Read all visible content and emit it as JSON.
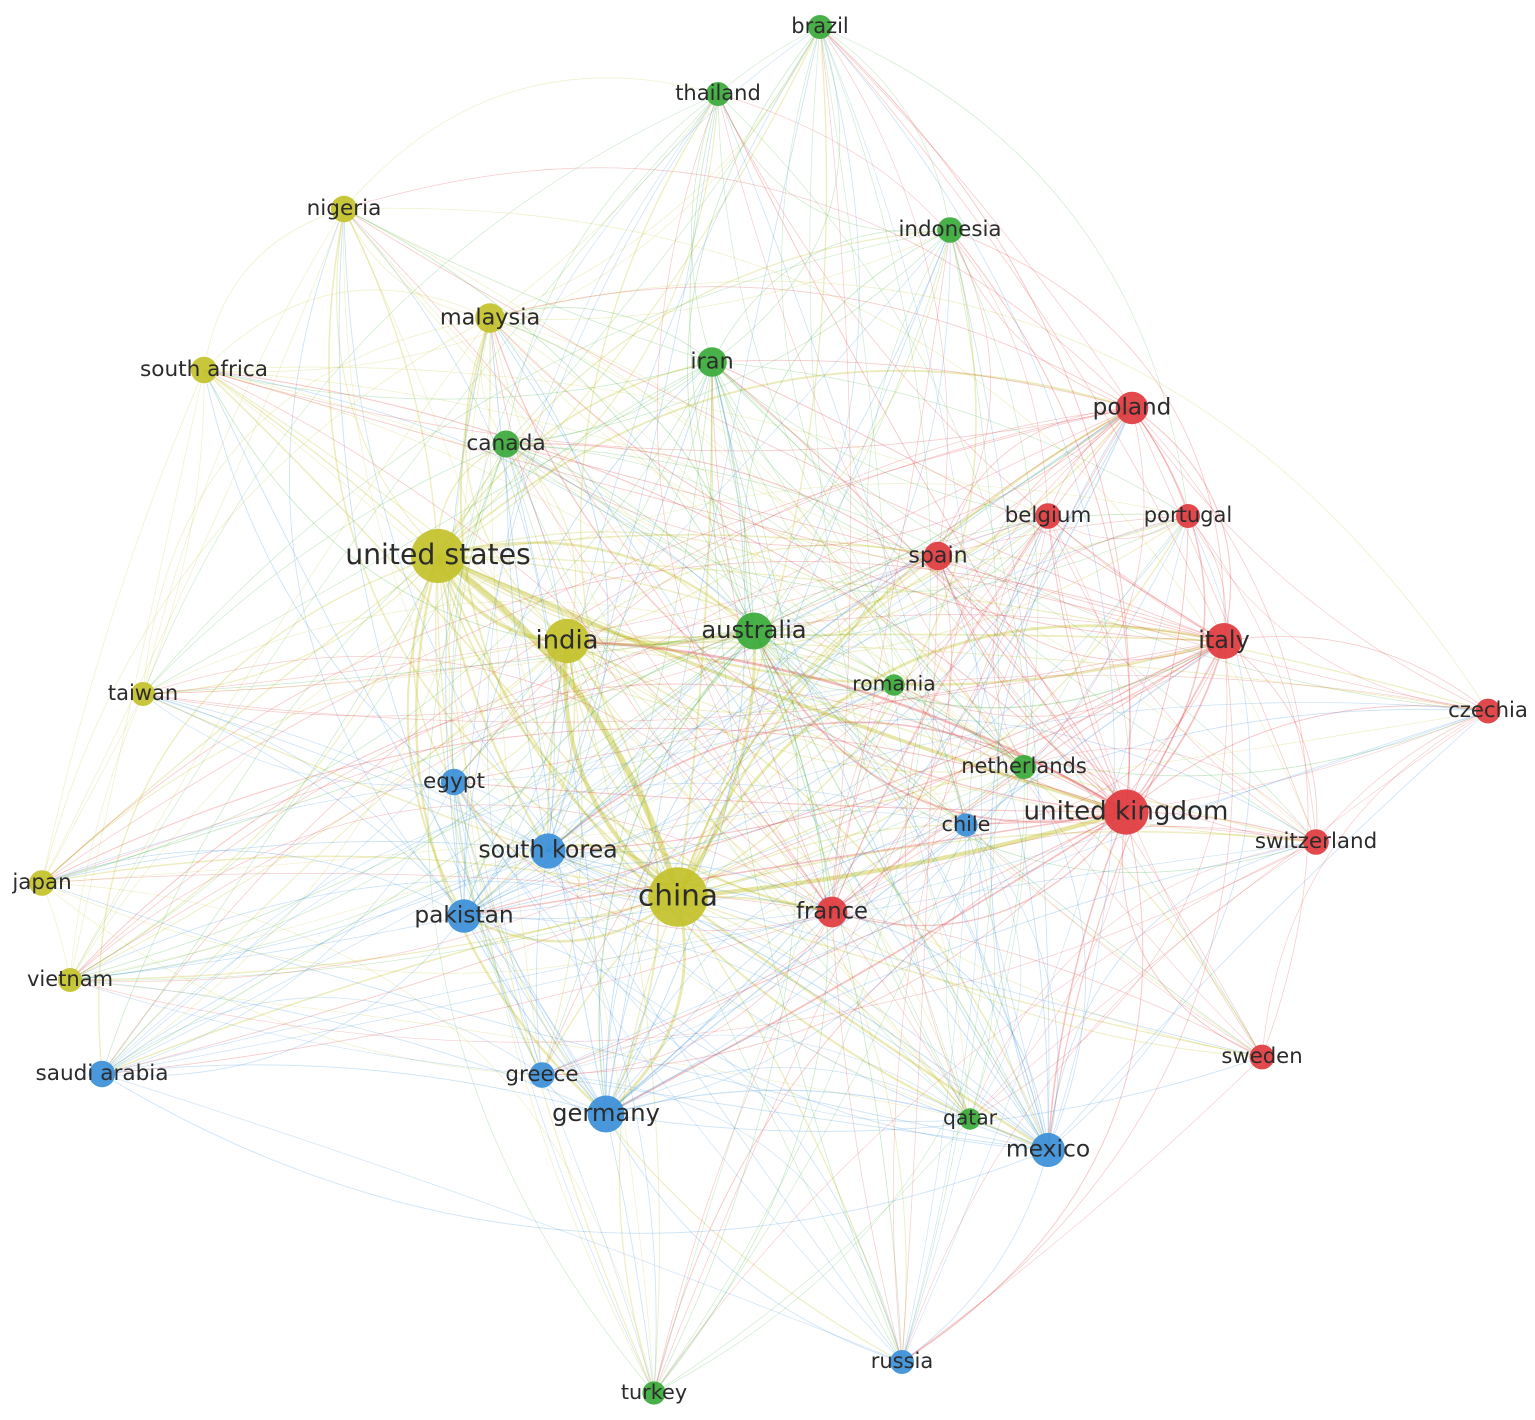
{
  "clusters": {
    "red": {
      "color": "#e0393e"
    },
    "green": {
      "color": "#3aaa3a"
    },
    "blue": {
      "color": "#3b8fd9"
    },
    "yellow": {
      "color": "#c3c12a"
    }
  },
  "nodes": [
    {
      "id": "brazil",
      "label": "brazil",
      "cluster": "green",
      "weight": 1
    },
    {
      "id": "thailand",
      "label": "thailand",
      "cluster": "green",
      "weight": 1
    },
    {
      "id": "indonesia",
      "label": "indonesia",
      "cluster": "green",
      "weight": 1.2
    },
    {
      "id": "iran",
      "label": "iran",
      "cluster": "green",
      "weight": 1.8
    },
    {
      "id": "canada",
      "label": "canada",
      "cluster": "green",
      "weight": 1.4
    },
    {
      "id": "australia",
      "label": "australia",
      "cluster": "green",
      "weight": 3.2
    },
    {
      "id": "romania",
      "label": "romania",
      "cluster": "green",
      "weight": 0.7
    },
    {
      "id": "netherlands",
      "label": "netherlands",
      "cluster": "green",
      "weight": 1
    },
    {
      "id": "qatar",
      "label": "qatar",
      "cluster": "green",
      "weight": 0.7
    },
    {
      "id": "turkey",
      "label": "turkey",
      "cluster": "green",
      "weight": 0.9
    },
    {
      "id": "nigeria",
      "label": "nigeria",
      "cluster": "yellow",
      "weight": 1.3
    },
    {
      "id": "malaysia",
      "label": "malaysia",
      "cluster": "yellow",
      "weight": 1.8
    },
    {
      "id": "south_africa",
      "label": "south africa",
      "cluster": "yellow",
      "weight": 1.3
    },
    {
      "id": "united_states",
      "label": "united states",
      "cluster": "yellow",
      "weight": 8
    },
    {
      "id": "india",
      "label": "india",
      "cluster": "yellow",
      "weight": 5
    },
    {
      "id": "taiwan",
      "label": "taiwan",
      "cluster": "yellow",
      "weight": 1
    },
    {
      "id": "japan",
      "label": "japan",
      "cluster": "yellow",
      "weight": 1.2
    },
    {
      "id": "vietnam",
      "label": "vietnam",
      "cluster": "yellow",
      "weight": 1
    },
    {
      "id": "china",
      "label": "china",
      "cluster": "yellow",
      "weight": 10
    },
    {
      "id": "egypt",
      "label": "egypt",
      "cluster": "blue",
      "weight": 1.3
    },
    {
      "id": "south_korea",
      "label": "south korea",
      "cluster": "blue",
      "weight": 2.8
    },
    {
      "id": "pakistan",
      "label": "pakistan",
      "cluster": "blue",
      "weight": 2.5
    },
    {
      "id": "saudi_arabia",
      "label": "saudi arabia",
      "cluster": "blue",
      "weight": 1.3
    },
    {
      "id": "greece",
      "label": "greece",
      "cluster": "blue",
      "weight": 1.2
    },
    {
      "id": "germany",
      "label": "germany",
      "cluster": "blue",
      "weight": 3.2
    },
    {
      "id": "mexico",
      "label": "mexico",
      "cluster": "blue",
      "weight": 2.6
    },
    {
      "id": "russia",
      "label": "russia",
      "cluster": "blue",
      "weight": 1
    },
    {
      "id": "chile",
      "label": "chile",
      "cluster": "blue",
      "weight": 0.9
    },
    {
      "id": "poland",
      "label": "poland",
      "cluster": "red",
      "weight": 2.3
    },
    {
      "id": "belgium",
      "label": "belgium",
      "cluster": "red",
      "weight": 1.2
    },
    {
      "id": "portugal",
      "label": "portugal",
      "cluster": "red",
      "weight": 1
    },
    {
      "id": "spain",
      "label": "spain",
      "cluster": "red",
      "weight": 1.6
    },
    {
      "id": "italy",
      "label": "italy",
      "cluster": "red",
      "weight": 3
    },
    {
      "id": "czechia",
      "label": "czechia",
      "cluster": "red",
      "weight": 1.1
    },
    {
      "id": "united_kingdom",
      "label": "united kingdom",
      "cluster": "red",
      "weight": 5.2
    },
    {
      "id": "switzerland",
      "label": "switzerland",
      "cluster": "red",
      "weight": 1.2
    },
    {
      "id": "france",
      "label": "france",
      "cluster": "red",
      "weight": 2
    },
    {
      "id": "sweden",
      "label": "sweden",
      "cluster": "red",
      "weight": 1.1
    }
  ]
}
